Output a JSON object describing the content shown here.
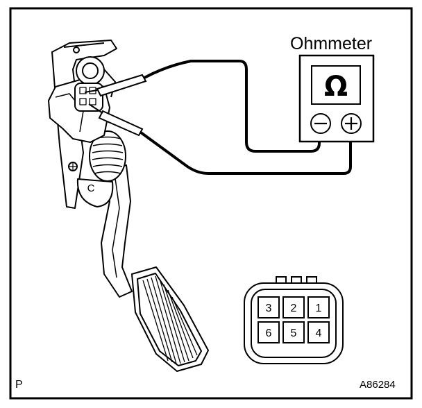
{
  "meter": {
    "title": "Ohmmeter",
    "symbol": "Ω",
    "negative": "−",
    "positive": "+"
  },
  "pedal": {
    "bracket_mark": "C"
  },
  "connector": {
    "pins_top": [
      "3",
      "2",
      "1"
    ],
    "pins_bottom": [
      "6",
      "5",
      "4"
    ]
  },
  "corner_label": "P",
  "figure_code": "A86284"
}
